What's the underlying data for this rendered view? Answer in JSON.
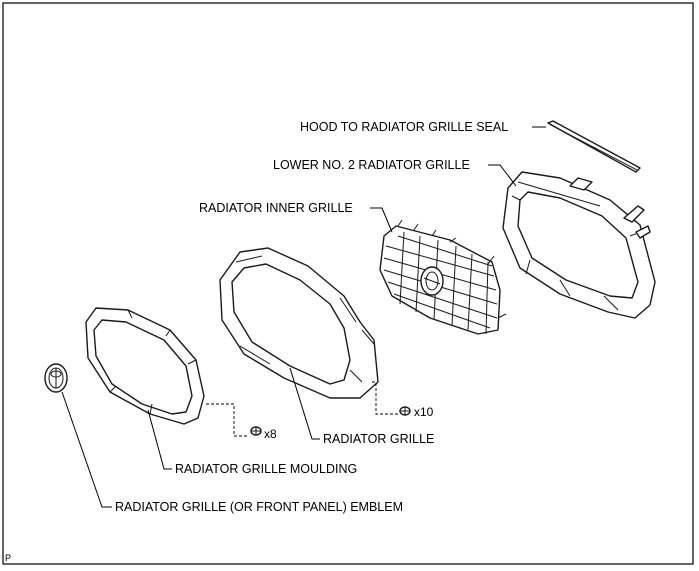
{
  "labels": {
    "hood_seal": "HOOD TO RADIATOR GRILLE SEAL",
    "lower_no2": "LOWER NO. 2 RADIATOR GRILLE",
    "inner_grille": "RADIATOR INNER GRILLE",
    "grille": "RADIATOR GRILLE",
    "moulding": "RADIATOR GRILLE MOULDING",
    "emblem": "RADIATOR GRILLE (OR FRONT PANEL) EMBLEM"
  },
  "quantities": {
    "clip_left": "x8",
    "clip_right": "x10"
  },
  "corner_mark": "P"
}
